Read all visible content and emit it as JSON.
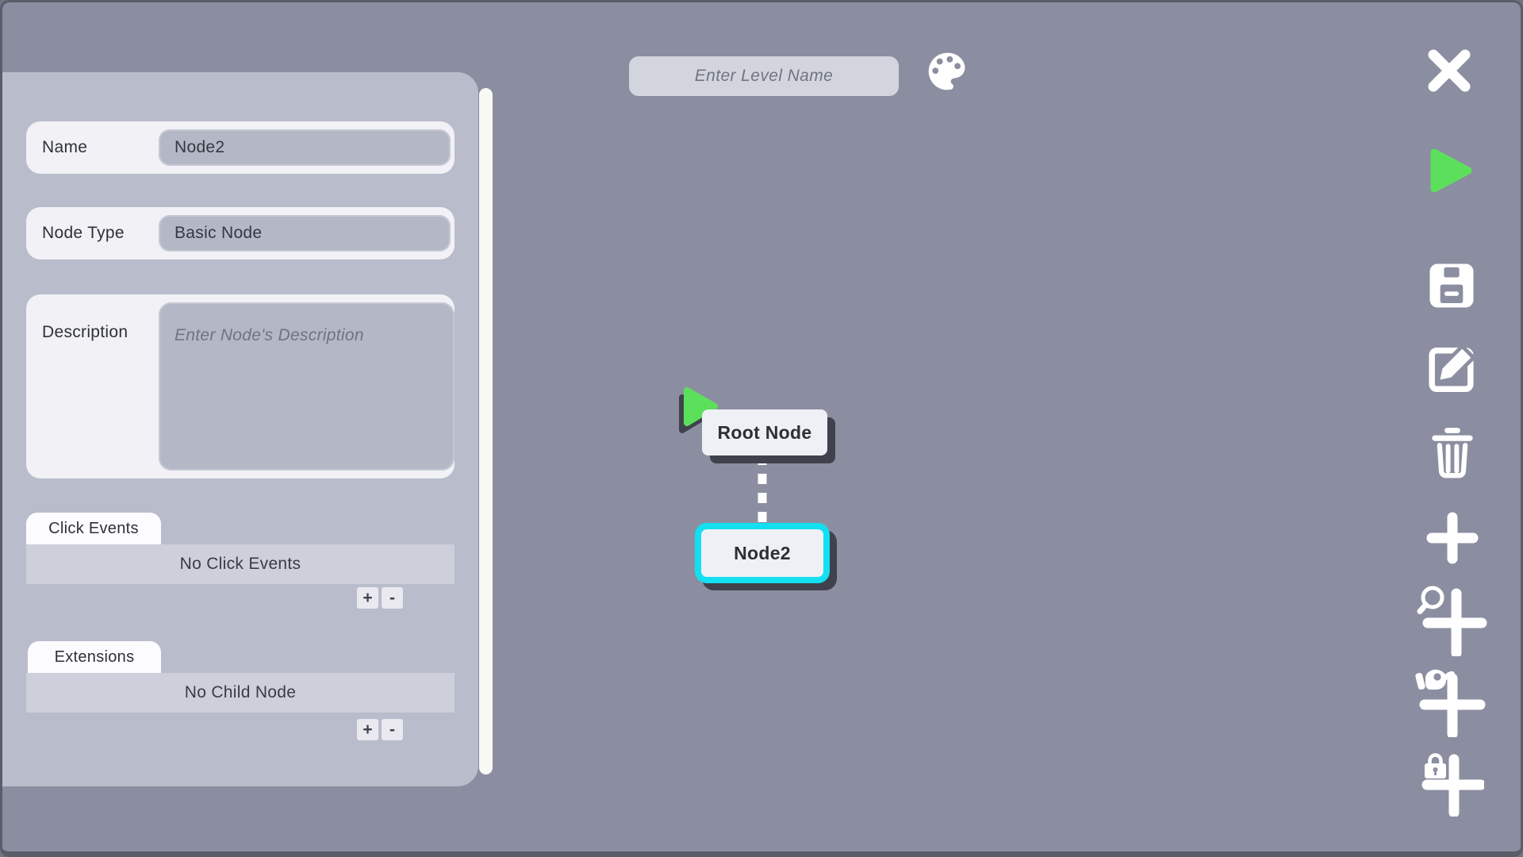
{
  "header": {
    "level_name_input": {
      "value": "",
      "placeholder": "Enter Level Name"
    },
    "palette_icon": "palette-icon"
  },
  "inspector": {
    "fields": {
      "name": {
        "label": "Name",
        "value": "Node2"
      },
      "node_type": {
        "label": "Node Type",
        "value": "Basic Node"
      },
      "description": {
        "label": "Description",
        "value": "",
        "placeholder": "Enter Node's Description"
      }
    },
    "click_events": {
      "tab": "Click Events",
      "empty": "No Click Events",
      "add": "+",
      "remove": "-"
    },
    "extensions": {
      "tab": "Extensions",
      "empty": "No Child Node",
      "add": "+",
      "remove": "-"
    }
  },
  "canvas": {
    "nodes": [
      {
        "label": "Root Node",
        "type": "root",
        "selected": false
      },
      {
        "label": "Node2",
        "type": "basic",
        "selected": true
      }
    ],
    "edge": {
      "from": "Root Node",
      "to": "Node2",
      "style": "dashed"
    }
  },
  "toolbar": {
    "icons": [
      "close-icon",
      "play-icon",
      "save-icon",
      "edit-icon",
      "trash-icon",
      "add-node-icon",
      "add-zoom-node-icon",
      "add-drag-node-icon",
      "add-locked-node-icon"
    ]
  },
  "colors": {
    "background": "#8b8ea0",
    "panel": "#b9bcca",
    "field_row": "#f1f1f6",
    "field_input": "#b4b7c6",
    "accent_green": "#5ce05c",
    "selection_cyan": "#14dff1",
    "node_shadow": "#3f424c"
  }
}
